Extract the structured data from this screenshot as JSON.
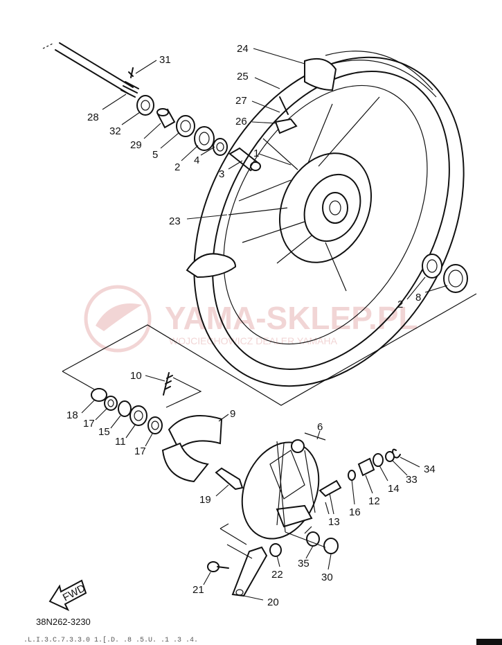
{
  "watermark": {
    "title": "YAMA-SKLEP.PL",
    "subtitle": "WOJCIECHOWICZ DEALER YAMAHA",
    "color": "#e7b3b3"
  },
  "diagram_code": "38N262-3230",
  "footer_scribble": ".L.I.3.C.7.3.3.0 1.[.D. .8 .5.U.   .1 .3 .4.",
  "fwd_label": "FWD",
  "callouts": [
    {
      "id": "c31",
      "text": "31"
    },
    {
      "id": "c24",
      "text": "24"
    },
    {
      "id": "c25",
      "text": "25"
    },
    {
      "id": "c27",
      "text": "27"
    },
    {
      "id": "c26",
      "text": "26"
    },
    {
      "id": "c28",
      "text": "28"
    },
    {
      "id": "c32",
      "text": "32"
    },
    {
      "id": "c29",
      "text": "29"
    },
    {
      "id": "c5",
      "text": "5"
    },
    {
      "id": "c2a",
      "text": "2"
    },
    {
      "id": "c4",
      "text": "4"
    },
    {
      "id": "c1",
      "text": "1"
    },
    {
      "id": "c3",
      "text": "3"
    },
    {
      "id": "c23",
      "text": "23"
    },
    {
      "id": "c2b",
      "text": "2"
    },
    {
      "id": "c8",
      "text": "8"
    },
    {
      "id": "c10",
      "text": "10"
    },
    {
      "id": "c9",
      "text": "9"
    },
    {
      "id": "c18",
      "text": "18"
    },
    {
      "id": "c17a",
      "text": "17"
    },
    {
      "id": "c15",
      "text": "15"
    },
    {
      "id": "c11",
      "text": "11"
    },
    {
      "id": "c17b",
      "text": "17"
    },
    {
      "id": "c6",
      "text": "6"
    },
    {
      "id": "c19",
      "text": "19"
    },
    {
      "id": "c34",
      "text": "34"
    },
    {
      "id": "c33",
      "text": "33"
    },
    {
      "id": "c14",
      "text": "14"
    },
    {
      "id": "c12",
      "text": "12"
    },
    {
      "id": "c16",
      "text": "16"
    },
    {
      "id": "c13",
      "text": "13"
    },
    {
      "id": "c35",
      "text": "35"
    },
    {
      "id": "c22",
      "text": "22"
    },
    {
      "id": "c30",
      "text": "30"
    },
    {
      "id": "c21",
      "text": "21"
    },
    {
      "id": "c20",
      "text": "20"
    }
  ]
}
